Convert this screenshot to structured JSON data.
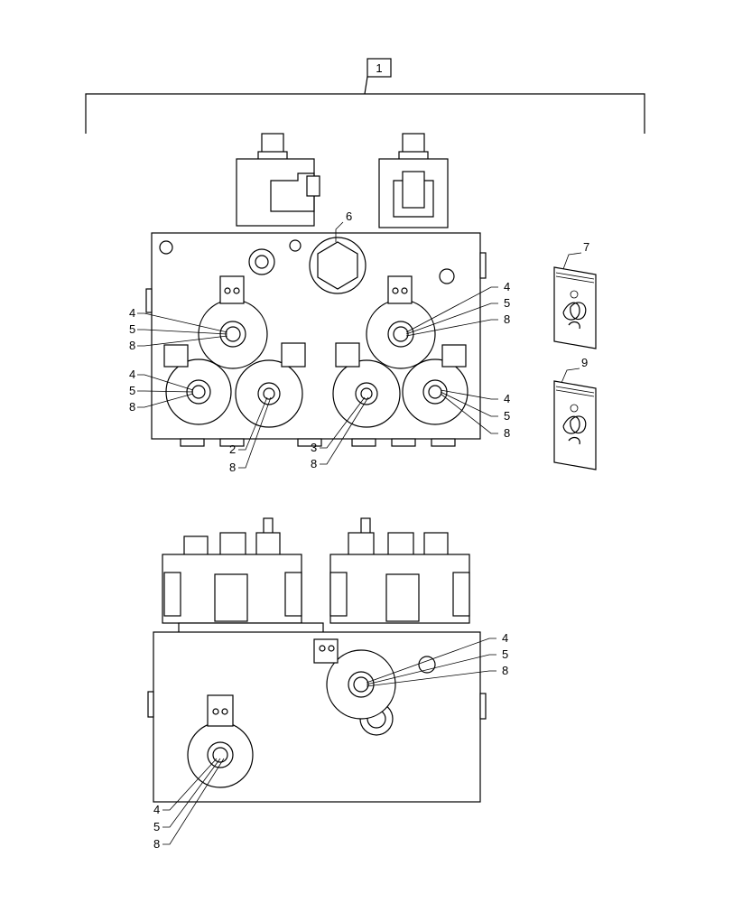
{
  "assembly_callout": {
    "label": "1"
  },
  "upper_block": {
    "port_plug_callout": "6",
    "left_upper_valve_callouts": [
      "4",
      "5",
      "8"
    ],
    "left_lower_valve_callouts": [
      "4",
      "5",
      "8"
    ],
    "right_upper_valve_callouts": [
      "4",
      "5",
      "8"
    ],
    "right_lower_valve_callouts": [
      "4",
      "5",
      "8"
    ],
    "center_left_valve_callouts": [
      "2",
      "8"
    ],
    "center_right_valve_callouts": [
      "3",
      "8"
    ]
  },
  "seal_kits": [
    {
      "label": "7"
    },
    {
      "label": "9"
    }
  ],
  "lower_block": {
    "right_valve_callouts": [
      "4",
      "5",
      "8"
    ],
    "left_valve_callouts": [
      "4",
      "5",
      "8"
    ]
  }
}
